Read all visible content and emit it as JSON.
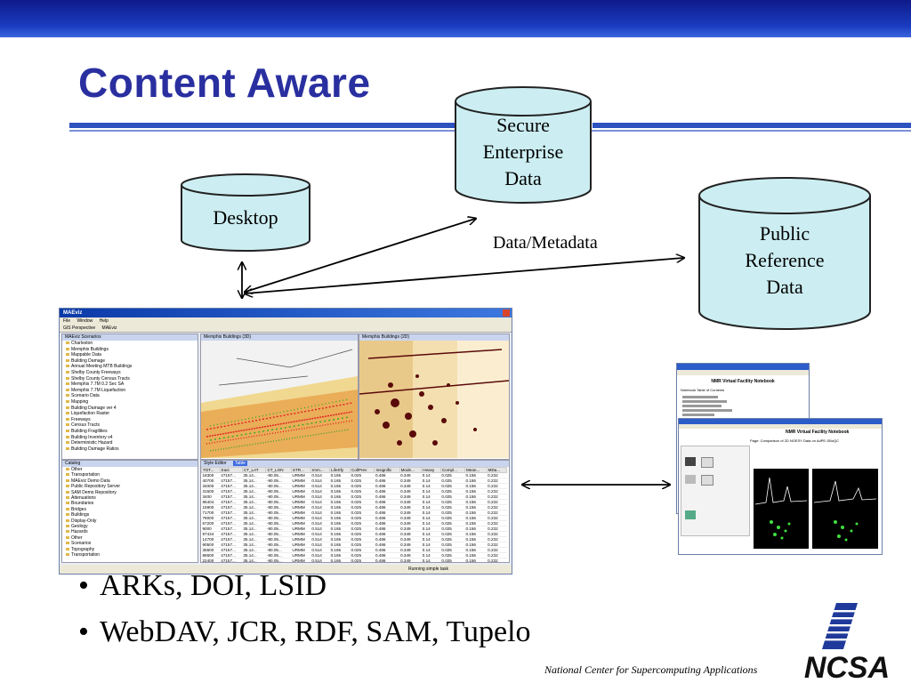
{
  "title": "Content Aware",
  "stores": {
    "secure": [
      "Secure",
      "Enterprise",
      "Data"
    ],
    "desktop": "Desktop",
    "public": [
      "Public",
      "Reference",
      "Data"
    ]
  },
  "flow_label": "Data/Metadata",
  "app_window": {
    "title": "MAEviz",
    "menu": [
      "File",
      "Window",
      "Help"
    ],
    "tabs": [
      "GIS Perspective",
      "MAEviz"
    ],
    "scenario_panel": "MAEviz Scenarios",
    "scenario_items": [
      "Charleston",
      "Memphis Buildings",
      "Mappable Data",
      "Building Damage",
      "Annual Meeting MTB Buildings",
      "Shelby County Freeways",
      "Shelby County Census Tracts",
      "Memphis 7.7M 0.2 Sec SA",
      "Memphis 7.7M Liquefaction",
      "Scenario Data",
      "Mapping",
      "Building Damage ver 4",
      "Liquefaction Raster",
      "Freeways",
      "Census Tracts",
      "Building Fragilities",
      "Building Inventory v4",
      "Deterministic Hazard",
      "Building Damage Ratios"
    ],
    "map_tab_3d": "Memphis Buildings (3D)",
    "map_tab_2d": "Memphis Buildings (2D)",
    "catalog_panel": "Catalog",
    "catalog_items": [
      "Other",
      "Transportation",
      "MAEviz Demo Data",
      "Public Repository Server",
      "SAM Demo Repository",
      "Attenuations",
      "Boundaries",
      "Bridges",
      "Buildings",
      "Display-Only",
      "Geology",
      "Hazards",
      "Other",
      "Scenarios",
      "Topography",
      "Transportation"
    ],
    "table_tabs": [
      "Style Editor",
      "Table"
    ],
    "table_headers": [
      "TOT...",
      "tract",
      "CT_LAT",
      "CT_LON",
      "STR...",
      "Imm...",
      "LifeSfy",
      "CollPrev",
      "Insignific",
      "Mode...",
      "Heavy",
      "Compl...",
      "Mean...",
      "MDa..."
    ],
    "table_row": [
      "47157...",
      "35.14...",
      "-90.05...",
      "URMM",
      "0.514",
      "0.165",
      "0.025",
      "0.486",
      "0.349",
      "0.14",
      "0.025",
      "0.156",
      "0.232"
    ],
    "table_first_col": [
      "18300",
      "40700",
      "34000",
      "31500",
      "3400",
      "85404",
      "15900",
      "71700",
      "78000",
      "67200",
      "9000",
      "97434",
      "14700",
      "90500",
      "35500",
      "88600",
      "22400"
    ],
    "status": "Running simple task"
  },
  "notebook": {
    "back_title": "NMR Virtual Facility Notebook",
    "back_subtitle": "Notebook Table of Contents",
    "front_title": "NMR Virtual Facility Notebook",
    "front_subtitle": "Page: Comparison of 2D NOESY Data on AdPE-SBoQC"
  },
  "bullets": [
    "ARKs, DOI, LSID",
    "WebDAV, JCR, RDF, SAM, Tupelo"
  ],
  "footer": "National Center for Supercomputing Applications",
  "logo_text": "NCSA",
  "colors": {
    "title": "#2a2fa0",
    "topbar": "#1a3cc0",
    "cylinder": "#cceef2",
    "arrow": "#000000"
  }
}
